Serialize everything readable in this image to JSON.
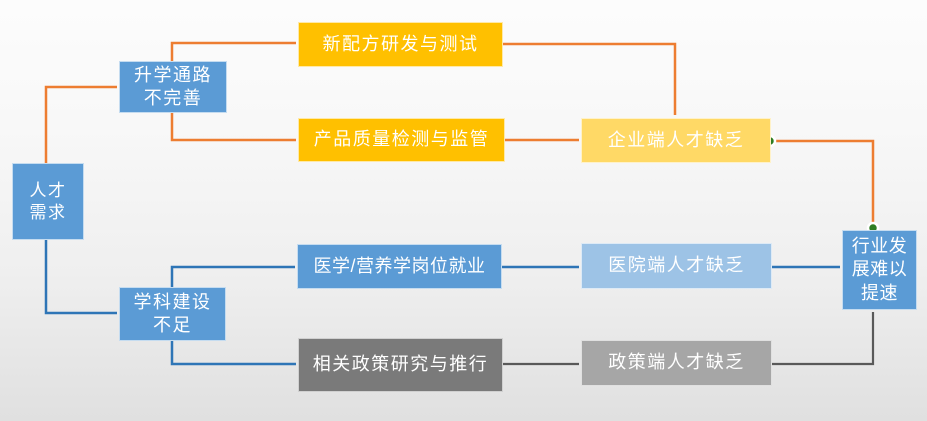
{
  "diagram": {
    "type": "flowchart",
    "nodes": {
      "demand": {
        "label": "人才\n需求",
        "color": "#5B9BD5"
      },
      "path": {
        "label": "升学通路\n不完善",
        "color": "#5B9BD5"
      },
      "discipline": {
        "label": "学科建设\n不足",
        "color": "#5B9BD5"
      },
      "formula": {
        "label": "新配方研发与测试",
        "color": "#FFC000"
      },
      "quality": {
        "label": "产品质量检测与监管",
        "color": "#FFC000"
      },
      "medical": {
        "label": "医学/营养学岗位就业",
        "color": "#5B9BD5"
      },
      "policy_research": {
        "label": "相关政策研究与推行",
        "color": "#7A7A7A"
      },
      "enterprise": {
        "label": "企业端人才缺乏",
        "color": "#FFD966"
      },
      "hospital": {
        "label": "医院端人才缺乏",
        "color": "#9DC3E6"
      },
      "policy_end": {
        "label": "政策端人才缺乏",
        "color": "#A6A6A6"
      },
      "industry": {
        "label": "行业发\n展难以\n提速",
        "color": "#5B9BD5"
      }
    },
    "edges": [
      {
        "from": "人才需求",
        "to": "升学通路不完善",
        "color": "orange"
      },
      {
        "from": "人才需求",
        "to": "学科建设不足",
        "color": "blue"
      },
      {
        "from": "升学通路不完善",
        "to": "新配方研发与测试",
        "color": "orange"
      },
      {
        "from": "升学通路不完善",
        "to": "产品质量检测与监管",
        "color": "orange"
      },
      {
        "from": "新配方研发与测试",
        "to": "企业端人才缺乏",
        "color": "orange"
      },
      {
        "from": "产品质量检测与监管",
        "to": "企业端人才缺乏",
        "color": "orange"
      },
      {
        "from": "企业端人才缺乏",
        "to": "行业发展难以提速",
        "color": "orange"
      },
      {
        "from": "学科建设不足",
        "to": "医学/营养学岗位就业",
        "color": "blue"
      },
      {
        "from": "学科建设不足",
        "to": "相关政策研究与推行",
        "color": "blue"
      },
      {
        "from": "医学/营养学岗位就业",
        "to": "医院端人才缺乏",
        "color": "blue"
      },
      {
        "from": "医院端人才缺乏",
        "to": "行业发展难以提速",
        "color": "blue"
      },
      {
        "from": "相关政策研究与推行",
        "to": "政策端人才缺乏",
        "color": "gray"
      },
      {
        "from": "政策端人才缺乏",
        "to": "行业发展难以提速",
        "color": "gray"
      }
    ],
    "colors": {
      "background_top": "#FCFCFC",
      "background_bottom": "#E0E0E0",
      "box_blue": "#5B9BD5",
      "box_light_blue": "#9DC3E6",
      "box_gold": "#FFC000",
      "box_light_gold": "#FFD966",
      "box_dark_gray": "#7A7A7A",
      "box_light_gray": "#A6A6A6",
      "arrow_orange": "#ED7D31",
      "arrow_blue": "#2E75B6",
      "arrow_gray": "#595959",
      "connection_dot_green": "#2E7D22",
      "node_text": "#FFFFFF"
    }
  }
}
